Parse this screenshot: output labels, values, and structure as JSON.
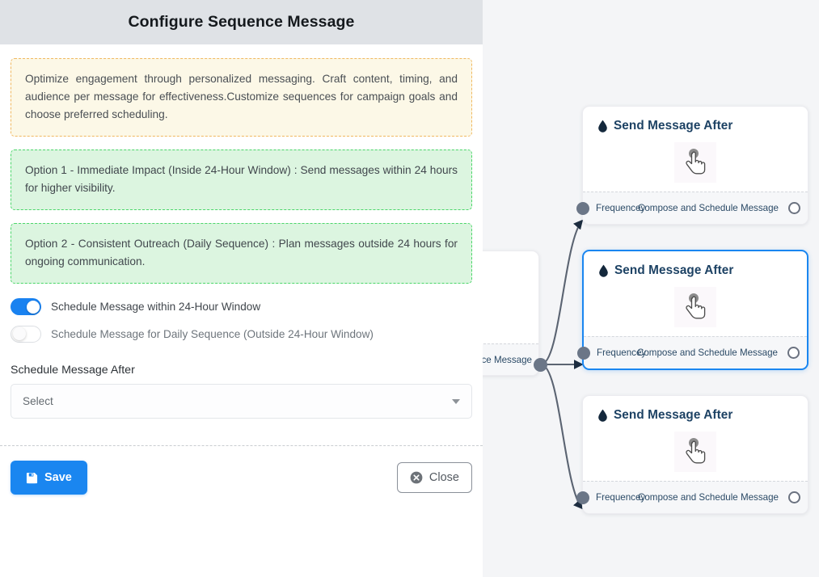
{
  "panel": {
    "title": "Configure Sequence Message",
    "note": "Optimize engagement through personalized messaging. Craft content, timing, and audience per message for effectiveness.Customize sequences for campaign goals and choose preferred scheduling.",
    "options": [
      "Option 1 - Immediate Impact (Inside 24-Hour Window) : Send messages within 24 hours for higher visibility.",
      "Option 2 - Consistent Outreach (Daily Sequence) : Plan messages outside 24 hours for ongoing communication."
    ],
    "toggles": [
      {
        "label": "Schedule Message within 24-Hour Window",
        "state": "on"
      },
      {
        "label": "Schedule Message for Daily Sequence (Outside 24-Hour Window)",
        "state": "off"
      }
    ],
    "field": {
      "label": "Schedule Message After",
      "value": "Select",
      "caret_icon": "chevron-down-icon"
    },
    "footer": {
      "save_label": "Save",
      "save_icon": "save-floppy-icon",
      "close_label": "Close",
      "close_icon": "close-circle-icon"
    }
  },
  "canvas": {
    "background": "#f4f5f7",
    "source_node": {
      "label": "ce Message"
    },
    "nodes": [
      {
        "title": "Send Message After",
        "icon": "tint-droplet-icon",
        "body_icon": "hand-pointer-icon",
        "foot_left": "Frequencey",
        "foot_right": "Compose and Schedule Message",
        "selected": "false"
      },
      {
        "title": "Send Message After",
        "icon": "tint-droplet-icon",
        "body_icon": "hand-pointer-icon",
        "foot_left": "Frequencey",
        "foot_right": "Compose and Schedule Message",
        "selected": "true"
      },
      {
        "title": "Send Message After",
        "icon": "tint-droplet-icon",
        "body_icon": "hand-pointer-icon",
        "foot_left": "Frequencey",
        "foot_right": "Compose and Schedule Message",
        "selected": "false"
      }
    ]
  },
  "colors": {
    "accent": "#1a86f0",
    "header_bg": "#dfe2e6",
    "note_border": "#f0b860",
    "note_bg": "#fcf8e7",
    "option_border": "#4bd66a",
    "option_bg": "#dcf5e0",
    "node_title": "#1d4264",
    "edge": "#5b6472"
  }
}
